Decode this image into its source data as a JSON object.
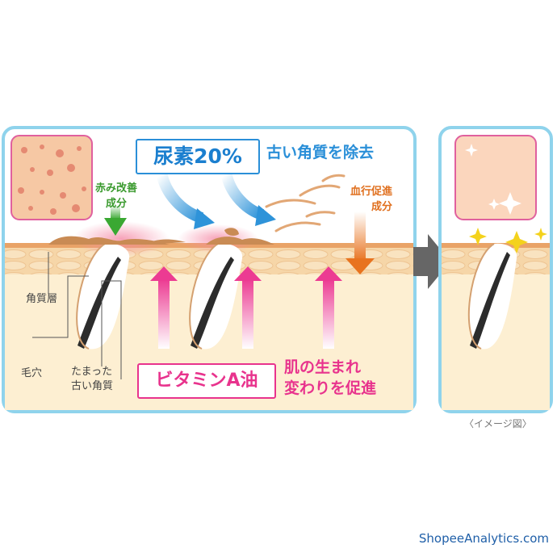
{
  "labels": {
    "urea": "尿素20%",
    "remove_old": "古い角質を除去",
    "redness": [
      "赤み改善",
      "成分"
    ],
    "circulation": [
      "血行促進",
      "成分"
    ],
    "stratum": "角質層",
    "pore": "毛穴",
    "accumulated": [
      "たまった",
      "古い角質"
    ],
    "vitamin": "ビタミンA油",
    "renewal": [
      "肌の生まれ",
      "変わりを促進"
    ],
    "image_note": "〈イメージ図〉"
  },
  "footer": "ShopeeAnalytics.com",
  "colors": {
    "panel_border": "#8fd3ec",
    "skin_bg": "#fdefd2",
    "blue": "#2a8fd8",
    "pink": "#e8338d",
    "green": "#3a9a2e",
    "orange": "#e0701f"
  }
}
